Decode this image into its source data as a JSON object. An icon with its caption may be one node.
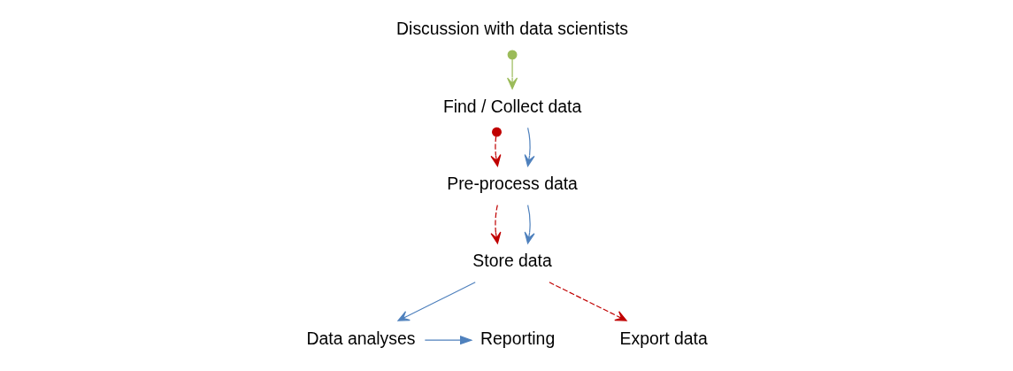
{
  "diagram": {
    "nodes": [
      {
        "text": [
          "Discussion with data scientists"
        ]
      },
      {
        "text": [
          "Find / Collect data"
        ]
      },
      {
        "text": [
          "Data analyses"
        ]
      },
      {
        "text": [
          "Reporting"
        ]
      },
      {
        "text": [
          "Pre-process data"
        ]
      },
      {
        "text": [
          "Export data"
        ]
      },
      {
        "text": [
          "Store data"
        ]
      }
    ],
    "edges": [
      {
        "from": 0,
        "to": 1,
        "arrow": "to",
        "color": "#9bbb59"
      },
      {
        "from": 1,
        "to": 4,
        "arrow": "to",
        "style": "dashed",
        "color": "#c00000"
      },
      {
        "from": 1,
        "to": 4,
        "arrow": "to"
      },
      {
        "from": 4,
        "to": 6,
        "arrow": "to",
        "style": "dashed",
        "color": "#c00000"
      },
      {
        "from": 4,
        "to": 6,
        "arrow": "to"
      },
      {
        "from": 6,
        "to": 2,
        "arrow": "to"
      },
      {
        "from": 6,
        "to": 5,
        "arrow": "to",
        "style": "dashed",
        "color": "#c00000"
      },
      {
        "from": 2,
        "to": 3,
        "arrow": "to"
      }
    ]
  }
}
